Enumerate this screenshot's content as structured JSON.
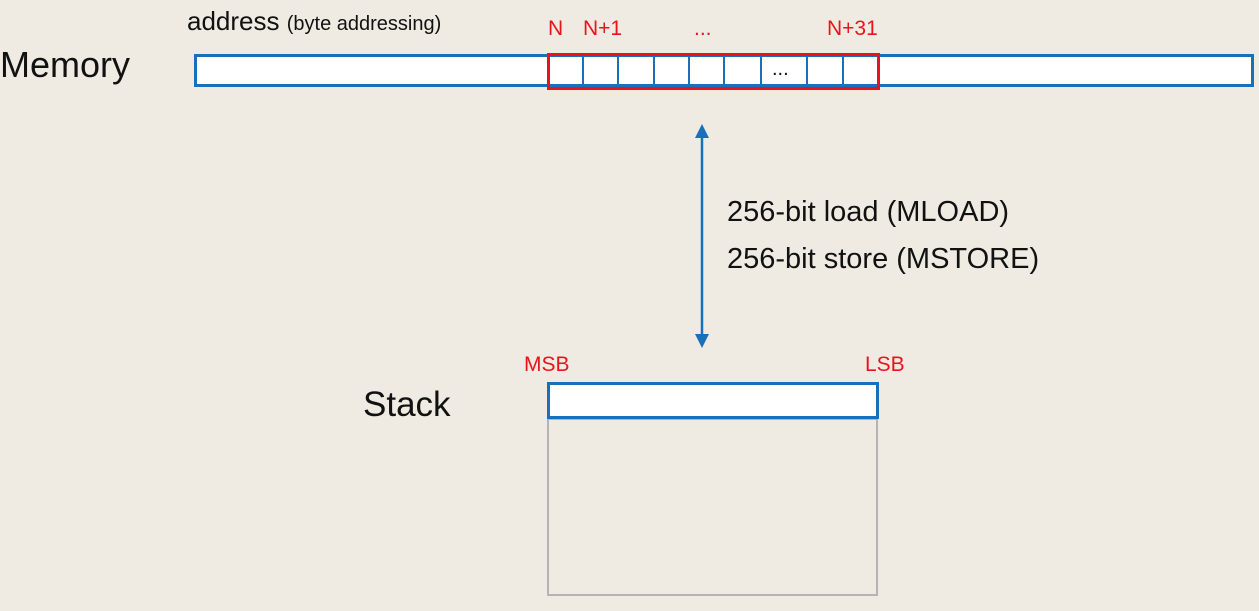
{
  "memory": {
    "label": "Memory",
    "address_label": "address",
    "address_note": "(byte addressing)",
    "indices": {
      "first": "N",
      "second": "N+1",
      "middle": "...",
      "last": "N+31"
    },
    "cell_ellipsis": "..."
  },
  "operations": {
    "load": "256-bit load (MLOAD)",
    "store": "256-bit store (MSTORE)"
  },
  "stack": {
    "label": "Stack",
    "msb": "MSB",
    "lsb": "LSB"
  },
  "colors": {
    "background": "#efebe3",
    "memory_border": "#1a6fba",
    "highlight": "#e8141c",
    "stack_body_border": "#b4b4b4",
    "arrow": "#1a6fba"
  }
}
